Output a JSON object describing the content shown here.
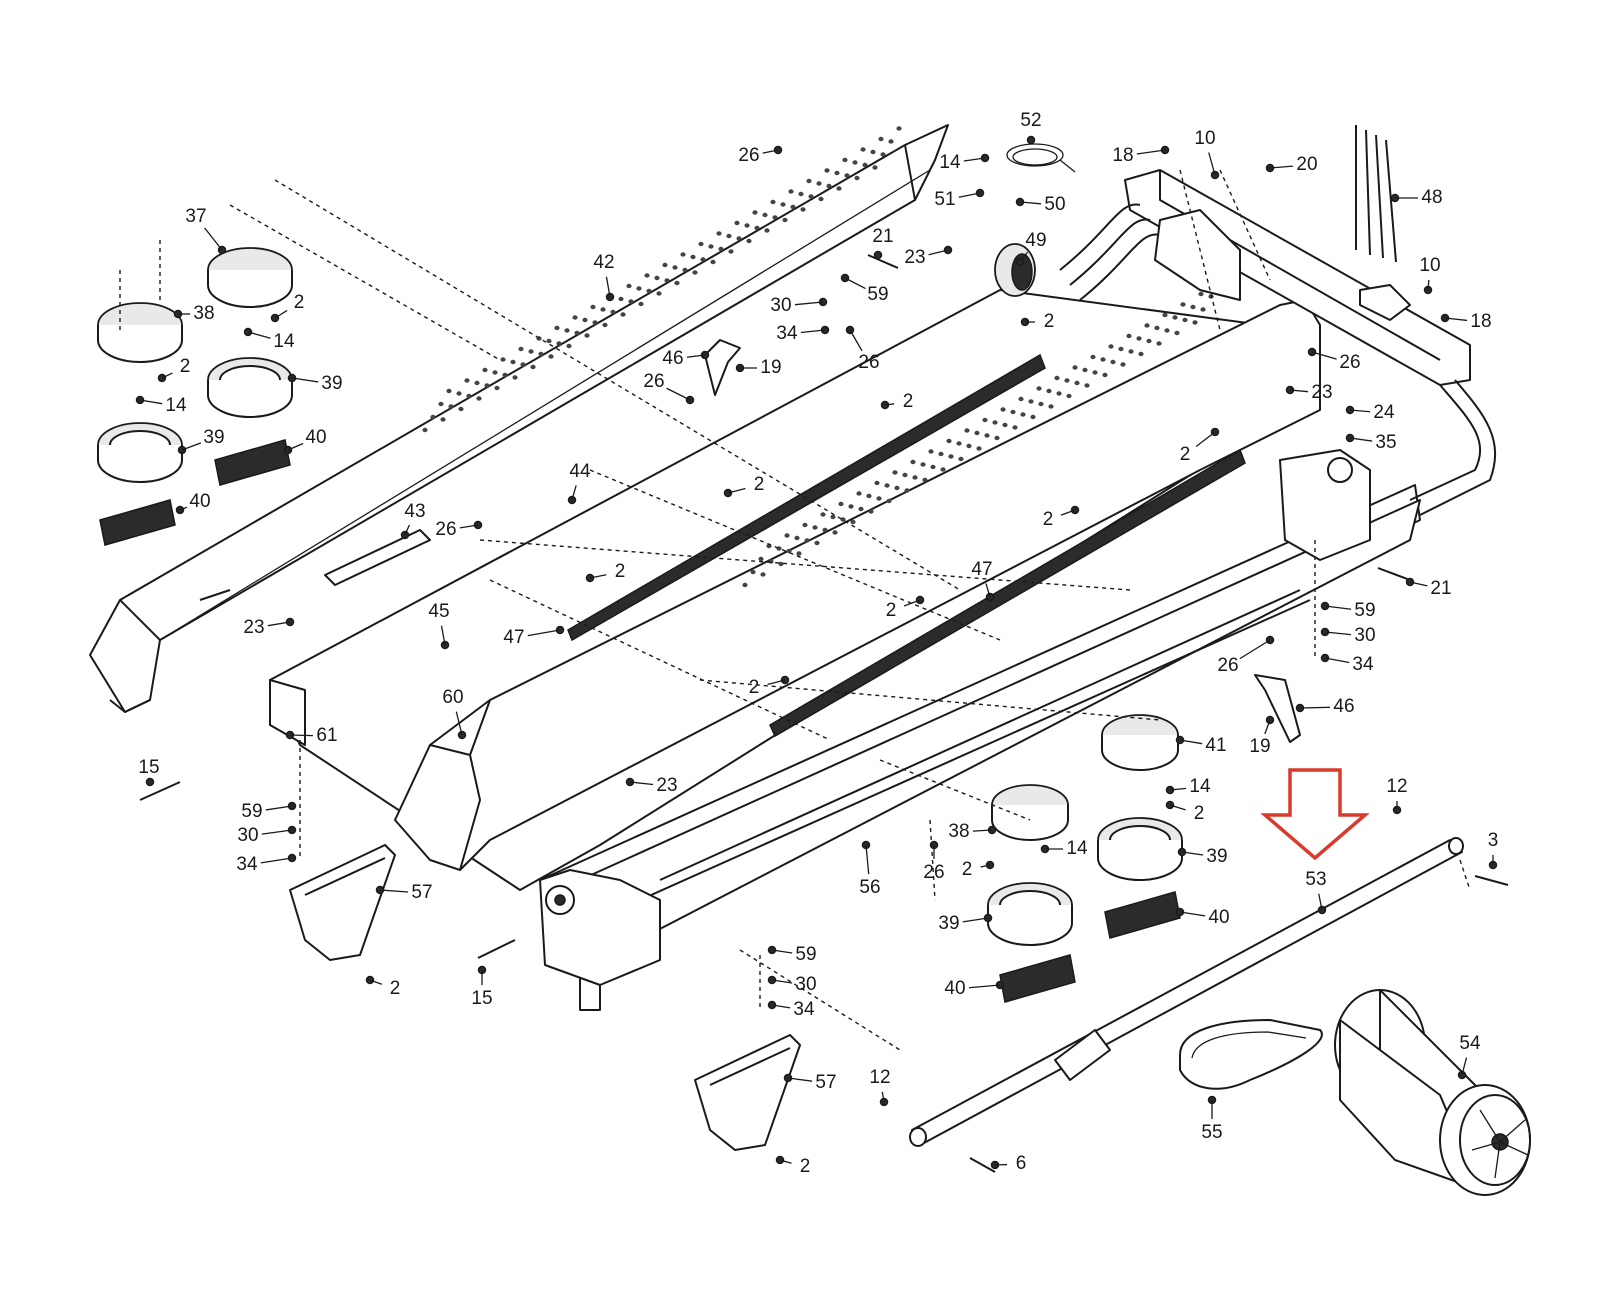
{
  "labels": [
    {
      "id": "p26",
      "text": "26"
    },
    {
      "id": "p37",
      "text": "37"
    },
    {
      "id": "p42",
      "text": "42"
    },
    {
      "id": "p38",
      "text": "38"
    },
    {
      "id": "p2",
      "text": "2"
    },
    {
      "id": "p14",
      "text": "14"
    },
    {
      "id": "p39",
      "text": "39"
    },
    {
      "id": "p40",
      "text": "40"
    },
    {
      "id": "p44",
      "text": "44"
    },
    {
      "id": "p43",
      "text": "43"
    },
    {
      "id": "p23",
      "text": "23"
    },
    {
      "id": "p45",
      "text": "45"
    },
    {
      "id": "p47",
      "text": "47"
    },
    {
      "id": "p60",
      "text": "60"
    },
    {
      "id": "p61",
      "text": "61"
    },
    {
      "id": "p15",
      "text": "15"
    },
    {
      "id": "p59",
      "text": "59"
    },
    {
      "id": "p30",
      "text": "30"
    },
    {
      "id": "p34",
      "text": "34"
    },
    {
      "id": "p57",
      "text": "57"
    },
    {
      "id": "p52",
      "text": "52"
    },
    {
      "id": "p51",
      "text": "51"
    },
    {
      "id": "p50",
      "text": "50"
    },
    {
      "id": "p49",
      "text": "49"
    },
    {
      "id": "p21",
      "text": "21"
    },
    {
      "id": "p46",
      "text": "46"
    },
    {
      "id": "p19",
      "text": "19"
    },
    {
      "id": "p18",
      "text": "18"
    },
    {
      "id": "p10",
      "text": "10"
    },
    {
      "id": "p20",
      "text": "20"
    },
    {
      "id": "p48",
      "text": "48"
    },
    {
      "id": "p24",
      "text": "24"
    },
    {
      "id": "p35",
      "text": "35"
    },
    {
      "id": "p41",
      "text": "41"
    },
    {
      "id": "p56",
      "text": "56"
    },
    {
      "id": "p12",
      "text": "12"
    },
    {
      "id": "p3",
      "text": "3"
    },
    {
      "id": "p53",
      "text": "53"
    },
    {
      "id": "p54",
      "text": "54"
    },
    {
      "id": "p55",
      "text": "55"
    },
    {
      "id": "p6",
      "text": "6"
    }
  ],
  "highlight": {
    "color": "#d93a2b",
    "target_label": "53"
  }
}
